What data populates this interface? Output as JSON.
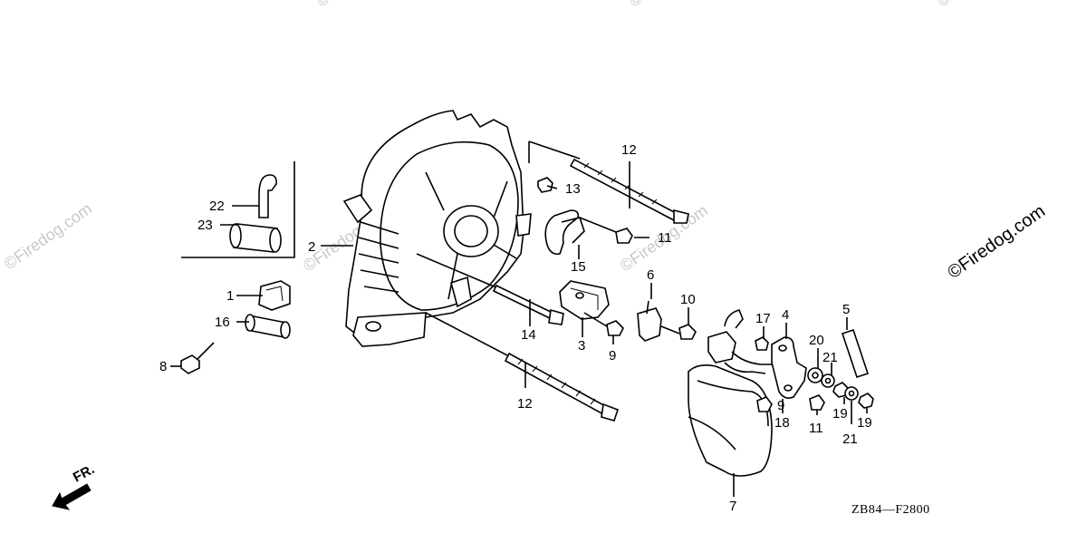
{
  "watermark": {
    "text": "©Firedog.com"
  },
  "callouts": {
    "c1": "1",
    "c2": "2",
    "c3": "3",
    "c4": "4",
    "c5": "5",
    "c6": "6",
    "c7": "7",
    "c8": "8",
    "c9a": "9",
    "c9b": "9",
    "c10": "10",
    "c11a": "11",
    "c11b": "11",
    "c12a": "12",
    "c12b": "12",
    "c13": "13",
    "c14": "14",
    "c15": "15",
    "c16": "16",
    "c17": "17",
    "c18": "18",
    "c19a": "19",
    "c19b": "19",
    "c20": "20",
    "c21a": "21",
    "c21b": "21",
    "c22": "22",
    "c23": "23"
  },
  "direction": {
    "label": "FR."
  },
  "diagram_code": "ZB84—F2800"
}
